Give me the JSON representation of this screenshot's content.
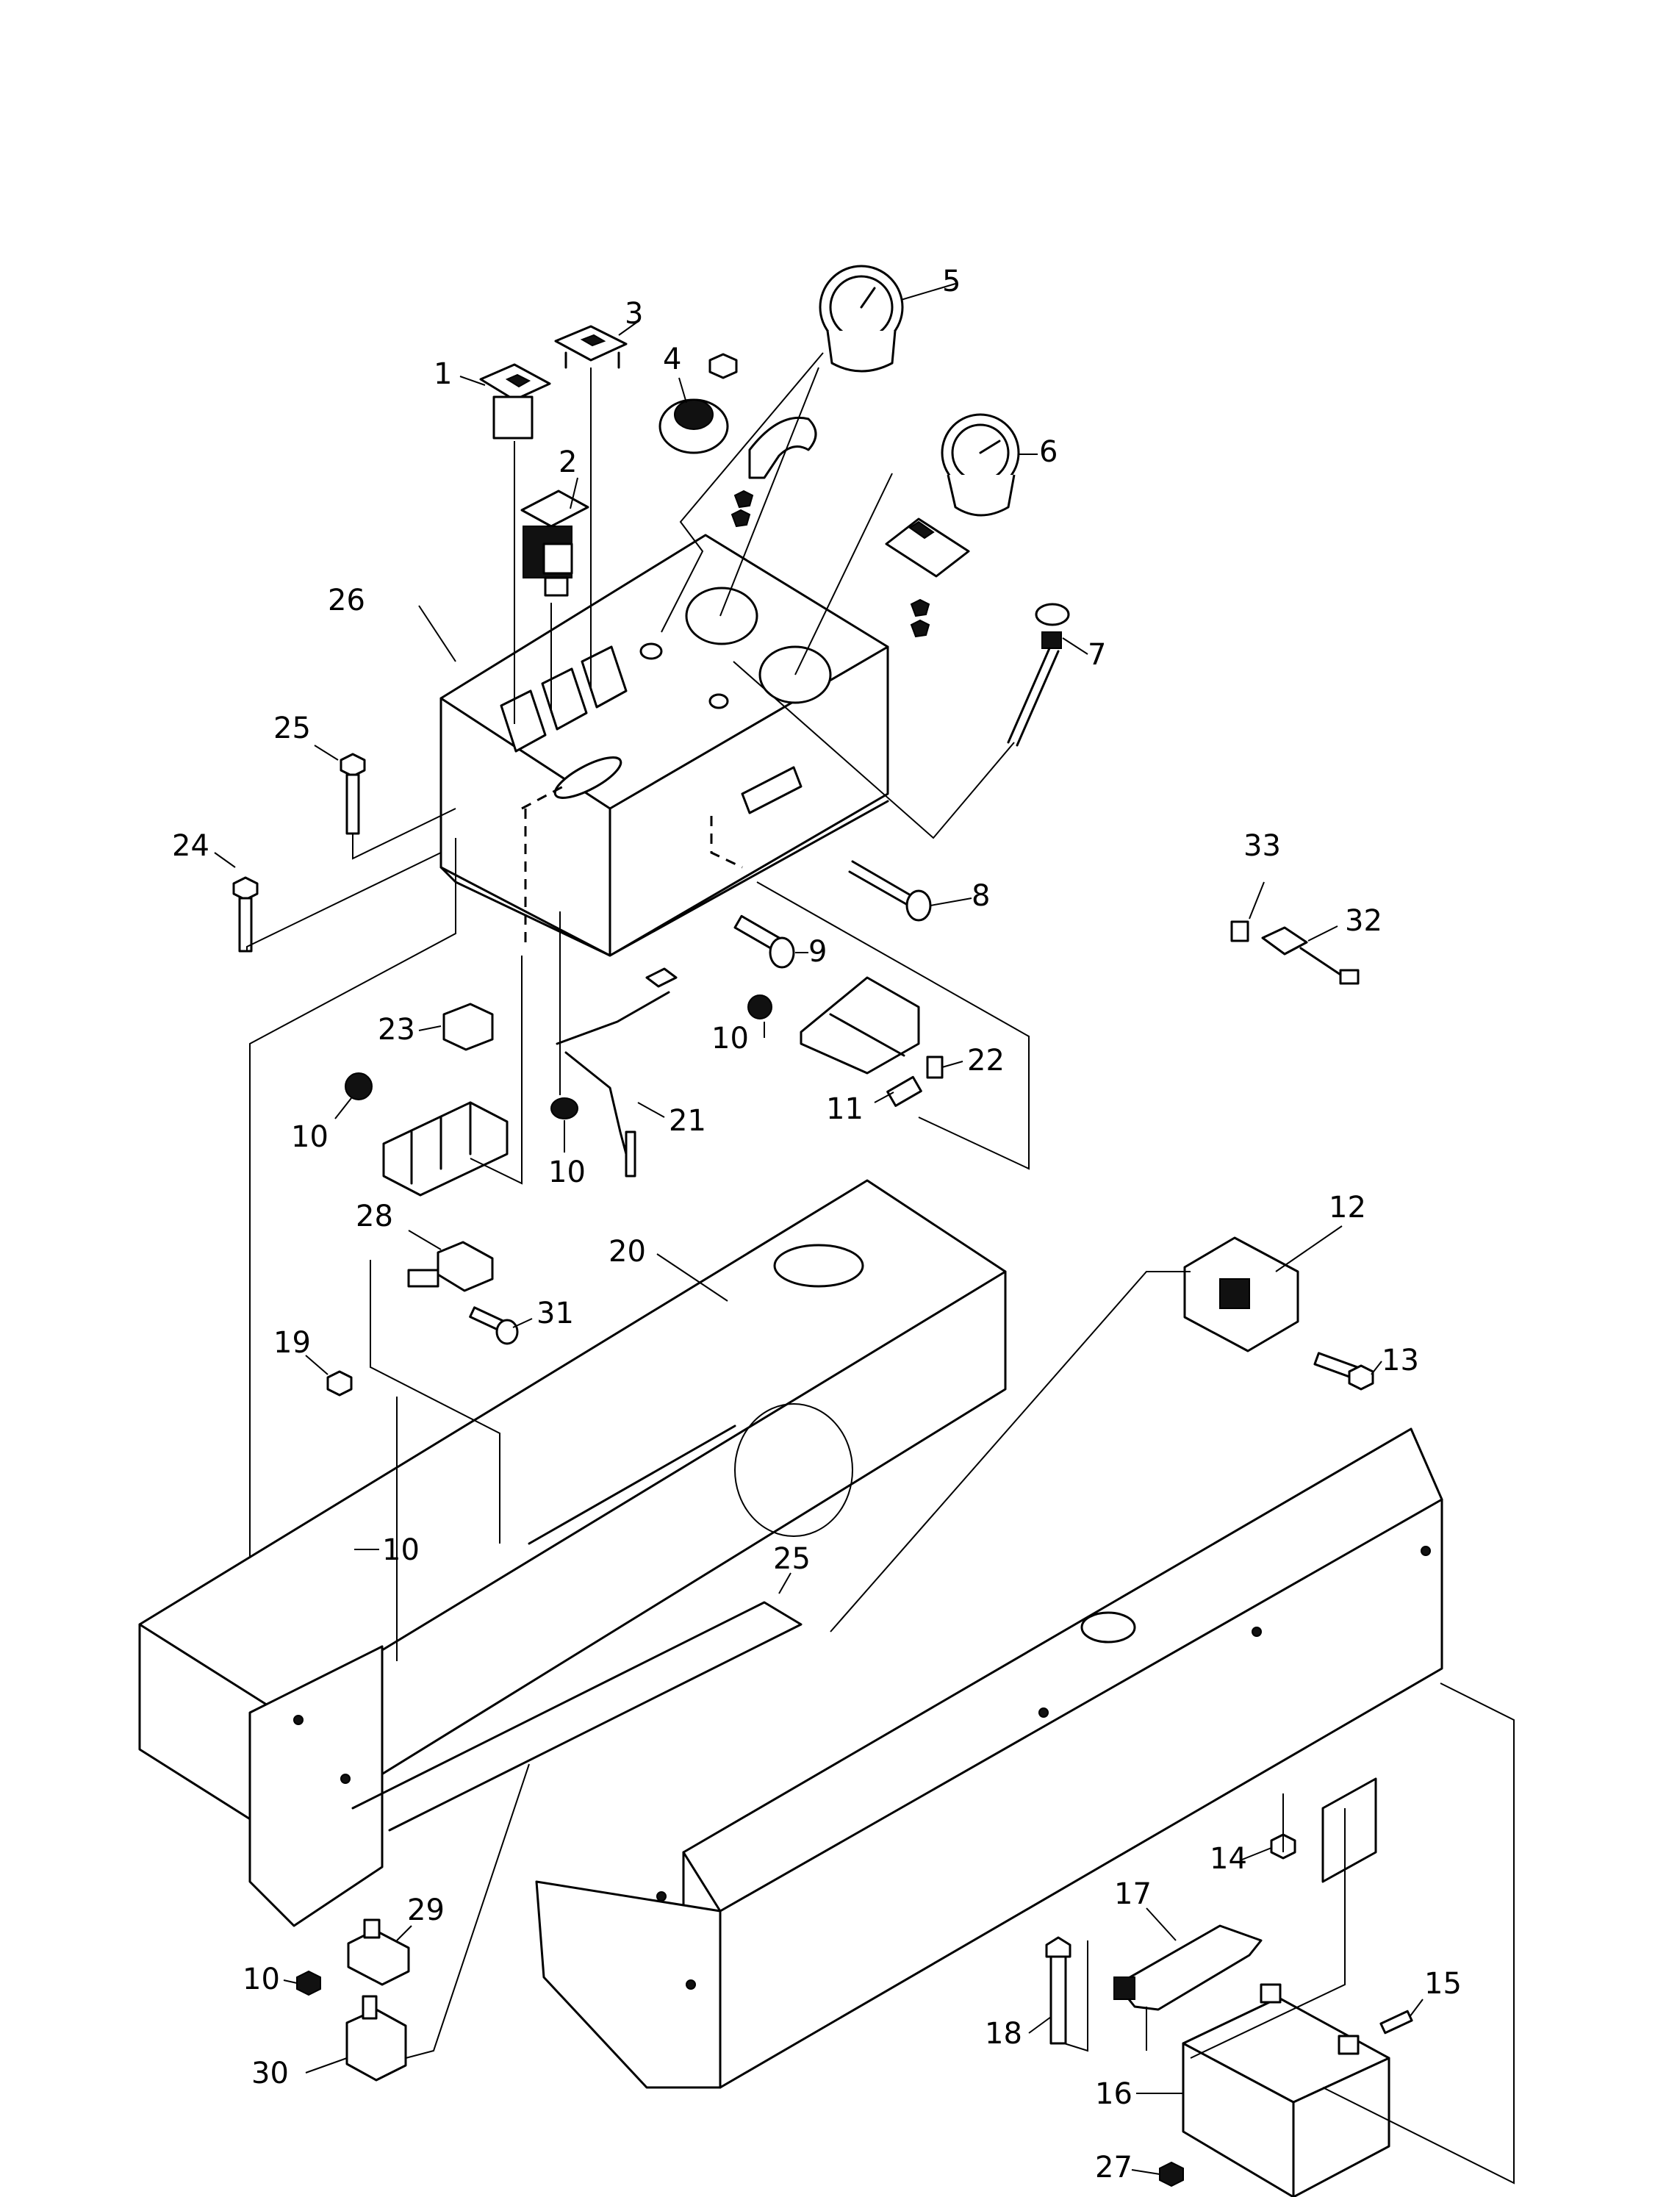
{
  "callouts": [
    {
      "id": "c1",
      "label": "1"
    },
    {
      "id": "c2",
      "label": "2"
    },
    {
      "id": "c3",
      "label": "3"
    },
    {
      "id": "c4",
      "label": "4"
    },
    {
      "id": "c5",
      "label": "5"
    },
    {
      "id": "c6",
      "label": "6"
    },
    {
      "id": "c7",
      "label": "7"
    },
    {
      "id": "c8",
      "label": "8"
    },
    {
      "id": "c9",
      "label": "9"
    },
    {
      "id": "c10a",
      "label": "10"
    },
    {
      "id": "c10b",
      "label": "10"
    },
    {
      "id": "c10c",
      "label": "10"
    },
    {
      "id": "c10d",
      "label": "10"
    },
    {
      "id": "c10e",
      "label": "10"
    },
    {
      "id": "c11",
      "label": "11"
    },
    {
      "id": "c12",
      "label": "12"
    },
    {
      "id": "c13",
      "label": "13"
    },
    {
      "id": "c14",
      "label": "14"
    },
    {
      "id": "c15",
      "label": "15"
    },
    {
      "id": "c16",
      "label": "16"
    },
    {
      "id": "c17",
      "label": "17"
    },
    {
      "id": "c18",
      "label": "18"
    },
    {
      "id": "c19",
      "label": "19"
    },
    {
      "id": "c20",
      "label": "20"
    },
    {
      "id": "c21",
      "label": "21"
    },
    {
      "id": "c22",
      "label": "22"
    },
    {
      "id": "c23",
      "label": "23"
    },
    {
      "id": "c24",
      "label": "24"
    },
    {
      "id": "c25a",
      "label": "25"
    },
    {
      "id": "c25b",
      "label": "25"
    },
    {
      "id": "c26",
      "label": "26"
    },
    {
      "id": "c27",
      "label": "27"
    },
    {
      "id": "c28",
      "label": "28"
    },
    {
      "id": "c29",
      "label": "29"
    },
    {
      "id": "c30",
      "label": "30"
    },
    {
      "id": "c31",
      "label": "31"
    },
    {
      "id": "c32",
      "label": "32"
    },
    {
      "id": "c33",
      "label": "33"
    }
  ]
}
